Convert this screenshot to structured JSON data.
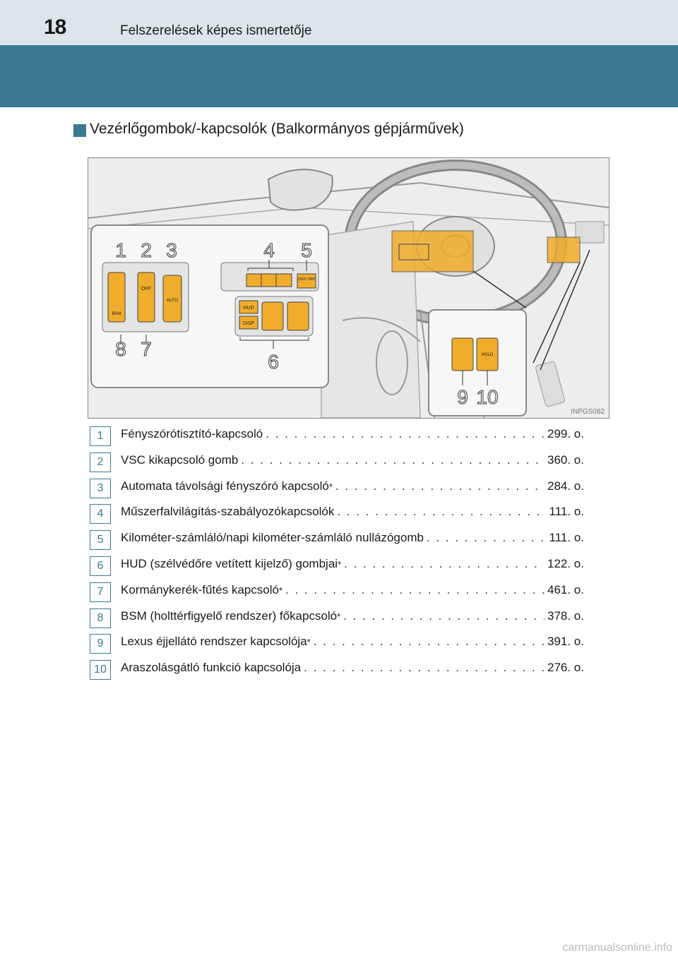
{
  "header": {
    "page_number": "18",
    "chapter": "Felszerelések képes ismertetője"
  },
  "section": {
    "title": "Vezérlőgombok/-kapcsolók (Balkormányos gépjárművek)"
  },
  "figure": {
    "code": "INPGS082",
    "callouts": [
      "1",
      "2",
      "3",
      "4",
      "5",
      "6",
      "7",
      "8",
      "9",
      "10"
    ],
    "switch_texts": {
      "vsc_off": "OFF",
      "auto": "AUTO",
      "bsm": "BSM",
      "odo_trip": "ODO TRIP",
      "hud": "HUD",
      "disp": "DISP",
      "hold": "HOLD"
    }
  },
  "items": [
    {
      "num": "1",
      "label": "Fényszórótisztító-kapcsoló",
      "star": "",
      "page": "299. o."
    },
    {
      "num": "2",
      "label": "VSC kikapcsoló gomb",
      "star": "",
      "page": "360. o."
    },
    {
      "num": "3",
      "label": "Automata távolsági fényszóró kapcsoló",
      "star": "*",
      "page": "284. o."
    },
    {
      "num": "4",
      "label": "Műszerfalvilágítás-szabályozókapcsolók",
      "star": "",
      "page": "111. o."
    },
    {
      "num": "5",
      "label": "Kilométer-számláló/napi kilométer-számláló nullázógomb",
      "star": "",
      "page": "111. o."
    },
    {
      "num": "6",
      "label": "HUD (szélvédőre vetített kijelző) gombjai",
      "star": "*",
      "page": "122. o."
    },
    {
      "num": "7",
      "label": "Kormánykerék-fűtés kapcsoló",
      "star": "*",
      "page": "461. o."
    },
    {
      "num": "8",
      "label": "BSM (holttérfigyelő rendszer) főkapcsoló",
      "star": "*",
      "page": "378. o."
    },
    {
      "num": "9",
      "label": "Lexus éjjellátó rendszer kapcsolója",
      "star": "*",
      "page": "391. o."
    },
    {
      "num": "10",
      "label": "Araszolásgátló funkció kapcsolója",
      "star": "",
      "page": "276. o."
    }
  ],
  "footer": {
    "watermark": "carmanualsonline.info"
  },
  "colors": {
    "band": "#3c7890",
    "header_strip": "#dce6ea",
    "switch": "#f0ac2b"
  }
}
